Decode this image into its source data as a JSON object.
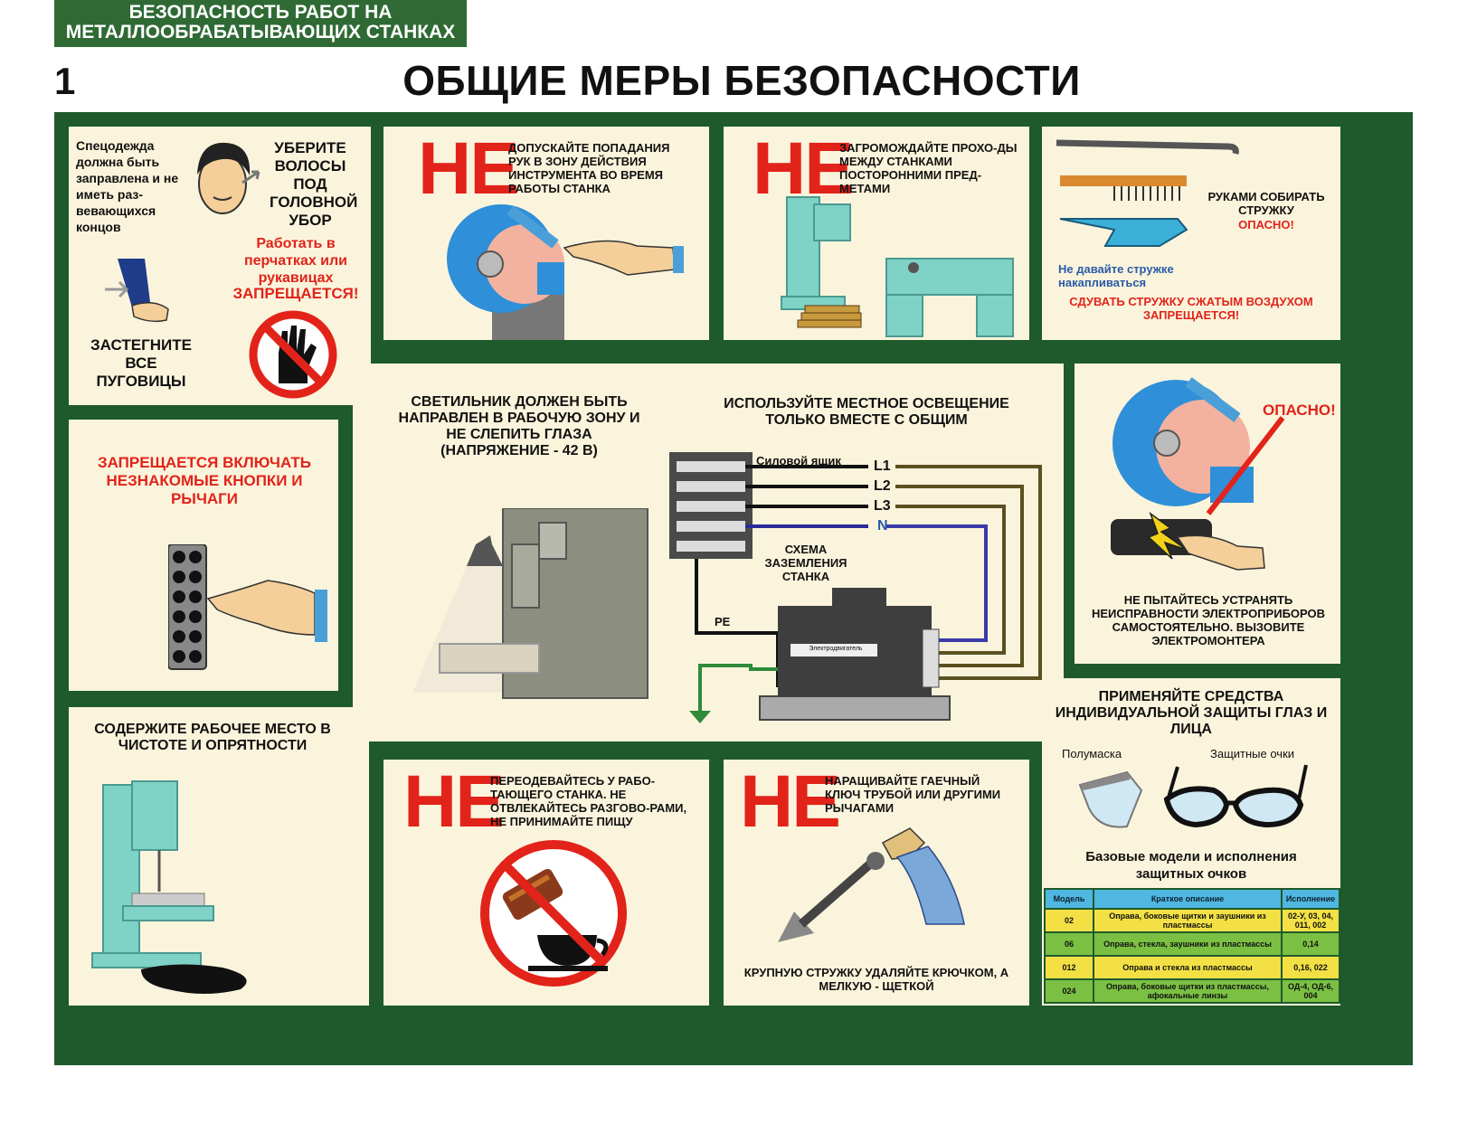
{
  "header": {
    "topic": "БЕЗОПАСНОСТЬ РАБОТ НА МЕТАЛЛООБРАБАТЫВАЮЩИХ СТАНКАХ",
    "number": "1",
    "title": "ОБЩИЕ МЕРЫ БЕЗОПАСНОСТИ"
  },
  "panels": {
    "clothing": {
      "workwear": "Спецодежда должна быть заправлена и не иметь раз-вевающихся концов",
      "hair": "УБЕРИТЕ ВОЛОСЫ ПОД ГОЛОВНОЙ УБОР",
      "gloves": "Работать в перчатках или рукавицах",
      "gloves_forbidden": "ЗАПРЕЩАЕТСЯ!",
      "buttons": "ЗАСТЕГНИТЕ ВСЕ ПУГОВИЦЫ"
    },
    "hands": {
      "ne": "НЕ",
      "text": "ДОПУСКАЙТЕ ПОПАДАНИЯ РУК В ЗОНУ ДЕЙСТВИЯ ИНСТРУМЕНТА ВО ВРЕМЯ РАБОТЫ СТАНКА"
    },
    "aisles": {
      "ne": "НЕ",
      "text": "ЗАГРОМОЖДАЙТЕ ПРОХО-ДЫ МЕЖДУ СТАНКАМИ ПОСТОРОННИМИ ПРЕД-МЕТАМИ"
    },
    "chips": {
      "by_hand": "РУКАМИ СОБИРАТЬ СТРУЖКУ",
      "danger": "ОПАСНО!",
      "accumulate": "Не давайте стружке накапливаться",
      "air": "СДУВАТЬ СТРУЖКУ СЖАТЫМ ВОЗДУХОМ ЗАПРЕЩАЕТСЯ!"
    },
    "controls": {
      "text": "ЗАПРЕЩАЕТСЯ ВКЛЮЧАТЬ НЕЗНАКОМЫЕ КНОПКИ И РЫЧАГИ"
    },
    "lighting": {
      "lamp": "СВЕТИЛЬНИК ДОЛЖЕН БЫТЬ НАПРАВЛЕН В РАБОЧУЮ ЗОНУ И НЕ СЛЕПИТЬ ГЛАЗА (НАПРЯЖЕНИЕ - 42 В)",
      "local": "ИСПОЛЬЗУЙТЕ МЕСТНОЕ ОСВЕЩЕНИЕ ТОЛЬКО ВМЕСТЕ С ОБЩИМ",
      "power_box": "Силовой ящик",
      "lines": [
        "L1",
        "L2",
        "L3",
        "N"
      ],
      "pe": "PE",
      "scheme": "СХЕМА ЗАЗЕМЛЕНИЯ СТАНКА",
      "motor": "Электродвигатель"
    },
    "electric": {
      "danger": "ОПАСНО!",
      "text": "НЕ ПЫТАЙТЕСЬ УСТРАНЯТЬ НЕИСПРАВНОСТИ ЭЛЕКТРОПРИБОРОВ САМОСТОЯТЕЛЬНО. ВЫЗОВИТЕ ЭЛЕКТРОМОНТЕРА"
    },
    "clean": {
      "text": "СОДЕРЖИТЕ РАБОЧЕЕ МЕСТО В ЧИСТОТЕ И ОПРЯТНОСТИ"
    },
    "changing": {
      "ne": "НЕ",
      "text": "ПЕРЕОДЕВАЙТЕСЬ У РАБО-ТАЮЩЕГО СТАНКА. НЕ ОТВЛЕКАЙТЕСЬ РАЗГОВО-РАМИ, НЕ ПРИНИМАЙТЕ ПИЩУ"
    },
    "wrench": {
      "ne": "НЕ",
      "text": "НАРАЩИВАЙТЕ ГАЕЧНЫЙ КЛЮЧ ТРУБОЙ ИЛИ ДРУГИМИ РЫЧАГАМИ",
      "chips_removal": "КРУПНУЮ СТРУЖКУ УДАЛЯЙТЕ КРЮЧКОМ, А МЕЛКУЮ - ЩЕТКОЙ"
    },
    "ppe": {
      "title": "ПРИМЕНЯЙТЕ СРЕДСТВА ИНДИВИДУАЛЬНОЙ ЗАЩИТЫ ГЛАЗ И ЛИЦА",
      "half_mask": "Полумаска",
      "goggles": "Защитные очки",
      "models_title": "Базовые модели и исполнения защитных очков",
      "table": {
        "headers": [
          "Модель",
          "Краткое описание",
          "Исполнение"
        ],
        "rows": [
          [
            "02",
            "Оправа, боковые щитки и заушники из пластмассы",
            "02-У, 03, 04, 011, 002"
          ],
          [
            "06",
            "Оправа, стекла, заушники из пластмассы",
            "0,14"
          ],
          [
            "012",
            "Оправа и стекла из пластмассы",
            "0,16, 022"
          ],
          [
            "024",
            "Оправа, боковые щитки из пластмассы, афокальные линзы",
            "ОД-4, ОД-6, 004"
          ]
        ]
      }
    }
  },
  "colors": {
    "board": "#1e5a2b",
    "panel": "#fbf4dc",
    "red": "#e2231a",
    "machine": "#7ed3c6",
    "blade": "#2f8fd8"
  }
}
